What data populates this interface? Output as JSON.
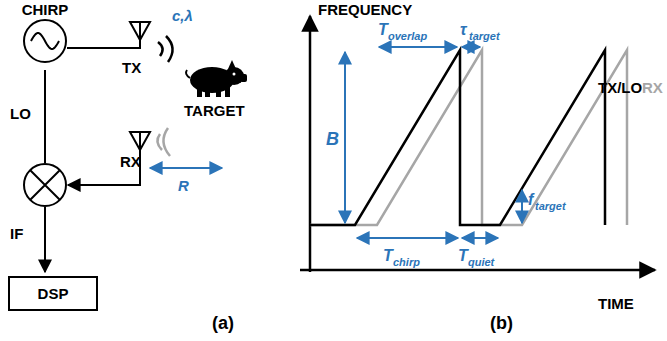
{
  "diagram": {
    "nodes": [
      {
        "text": [
          "CHIRP"
        ]
      },
      {
        "text": [
          "DSP"
        ]
      }
    ],
    "labels": [
      "TX",
      "RX",
      "LO",
      "IF",
      "c,λ",
      "TARGET",
      "R",
      "(a)",
      "FREQUENCY",
      "TIME",
      "TX/LO",
      "RX",
      "B",
      "T",
      "overlap",
      "τ",
      "target",
      "T",
      "chirp",
      "T",
      "quiet",
      "f",
      "target",
      "(b)"
    ]
  }
}
